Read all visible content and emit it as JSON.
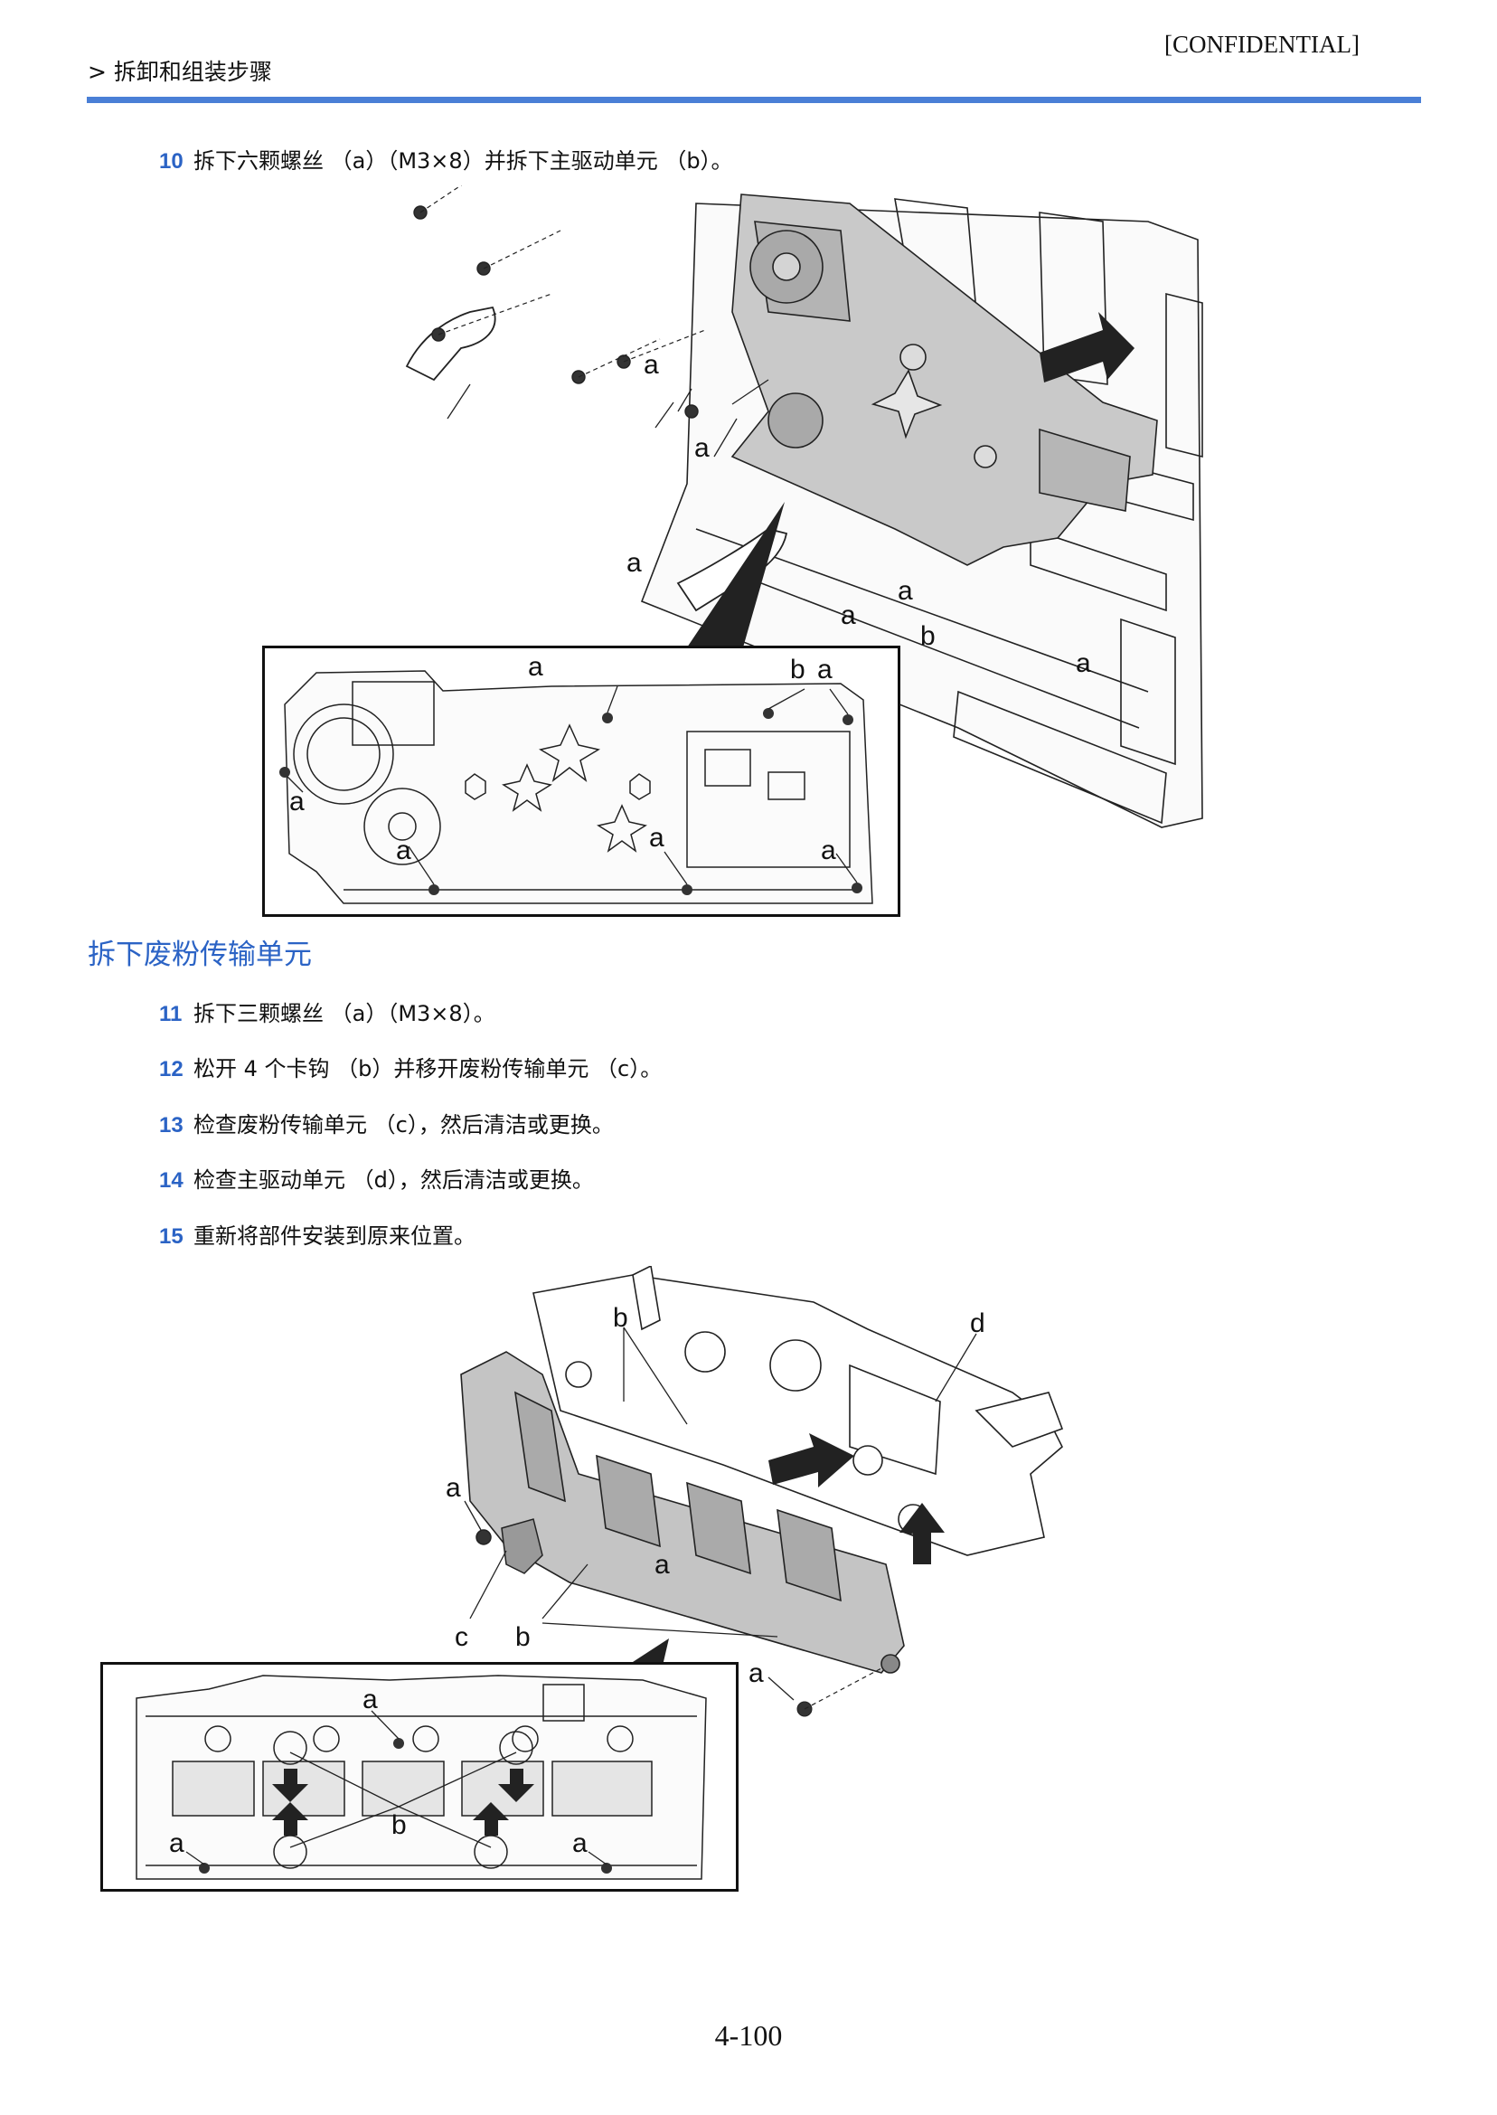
{
  "header": {
    "confidential": "[CONFIDENTIAL]",
    "breadcrumb": "> 拆卸和组装步骤"
  },
  "steps_top": [
    {
      "num": "10",
      "text": "拆下六颗螺丝 （a）（M3×8）并拆下主驱动单元 （b）。"
    }
  ],
  "section": {
    "heading": "拆下废粉传输单元"
  },
  "steps": [
    {
      "num": "11",
      "text": "拆下三颗螺丝 （a）（M3×8）。"
    },
    {
      "num": "12",
      "text": "松开 4 个卡钩 （b）并移开废粉传输单元 （c）。"
    },
    {
      "num": "13",
      "text": "检查废粉传输单元 （c），然后清洁或更换。"
    },
    {
      "num": "14",
      "text": "检查主驱动单元 （d），然后清洁或更换。"
    },
    {
      "num": "15",
      "text": "重新将部件安装到原来位置。"
    }
  ],
  "figure1": {
    "callouts": {
      "a1": "a",
      "a2": "a",
      "a3": "a",
      "a4": "a",
      "a5": "a",
      "a6": "a",
      "b1": "b"
    },
    "inset_callouts": {
      "a1": "a",
      "b1": "b",
      "a2": "a",
      "a3": "a",
      "a4": "a",
      "a5": "a",
      "a6": "a"
    }
  },
  "figure2": {
    "callouts": {
      "b1": "b",
      "d1": "d",
      "a1": "a",
      "a2": "a",
      "c1": "c",
      "b2": "b",
      "a3": "a"
    },
    "inset_callouts": {
      "a1": "a",
      "b1": "b",
      "a2": "a",
      "a3": "a"
    }
  },
  "footer": {
    "page_number": "4-100"
  }
}
